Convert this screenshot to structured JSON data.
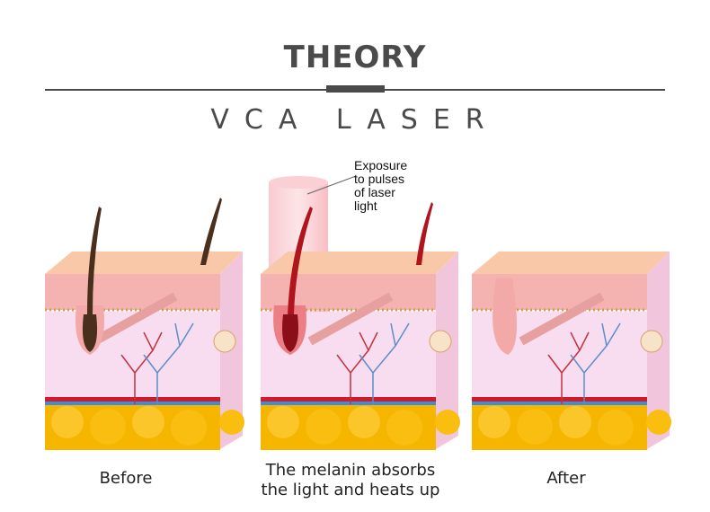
{
  "header": {
    "title": "THEORY",
    "subtitle": "VCA LASER"
  },
  "annotation": {
    "lines": [
      "Exposure",
      "to pulses",
      "of laser",
      "light"
    ]
  },
  "panels": [
    {
      "id": "before",
      "caption_lines": [
        "Before"
      ],
      "hair_color": "#4a2f1c",
      "follicle": "pigmented"
    },
    {
      "id": "during",
      "caption_lines": [
        "The melanin absorbs",
        "the light and heats up"
      ],
      "hair_color": "#b0141c",
      "follicle": "heated",
      "laser_beam": true
    },
    {
      "id": "after",
      "caption_lines": [
        "After"
      ],
      "hair_color": null,
      "follicle": "empty"
    }
  ],
  "colors": {
    "text": "#4a4a4a",
    "skin_top": "#f7c3a5",
    "dermis": "#f6d4e8",
    "fat": "#f6b600",
    "laser": "#f4a0a8",
    "artery": "#d01c2a",
    "vein": "#3a8fd6"
  }
}
